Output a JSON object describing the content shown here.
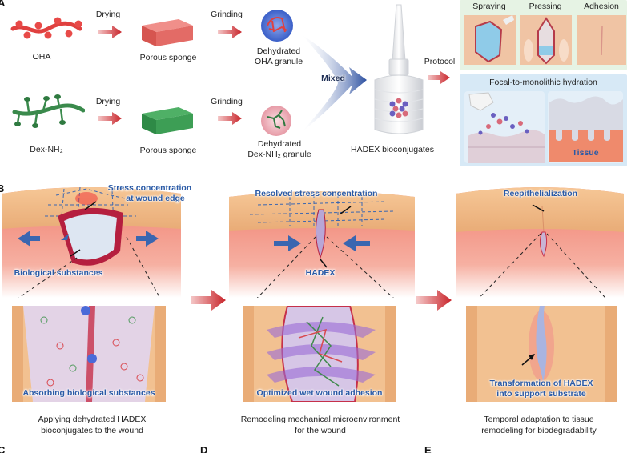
{
  "panels": {
    "a": "A",
    "b": "B",
    "c": "C",
    "d": "D",
    "e": "E"
  },
  "panel_a": {
    "row1": {
      "polymer": "OHA",
      "step1": "Drying",
      "sponge": "Porous sponge",
      "step2": "Grinding",
      "granule_line1": "Dehydrated",
      "granule_line2": "OHA granule"
    },
    "row2": {
      "polymer": "Dex-NH₂",
      "step1": "Drying",
      "sponge": "Porous sponge",
      "step2": "Grinding",
      "granule_line1": "Dehydrated",
      "granule_line2": "Dex-NH₂ granule"
    },
    "mixed": "Mixed",
    "product": "HADEX bioconjugates",
    "protocol": "Protocol",
    "protocol_steps": [
      "Spraying",
      "Pressing",
      "Adhesion"
    ],
    "hydration_title": "Focal-to-monolithic hydration",
    "tissue_label": "Tissue"
  },
  "panel_b": {
    "stage1": {
      "top_label_line1": "Stress concentration",
      "top_label_line2": "at wound edge",
      "side_label": "Biological substances",
      "inset_label": "Absorbing biological substances",
      "caption_line1": "Applying dehydrated HADEX",
      "caption_line2": "bioconjugates to the wound"
    },
    "stage2": {
      "top_label": "Resolved stress concentration",
      "center_label": "HADEX",
      "inset_label": "Optimized wet wound adhesion",
      "caption_line1": "Remodeling mechanical microenvironment",
      "caption_line2": "for the wound"
    },
    "stage3": {
      "top_label": "Reepithelialization",
      "inset_label_line1": "Transformation of HADEX",
      "inset_label_line2": "into support substrate",
      "caption_line1": "Temporal adaptation to tissue",
      "caption_line2": "remodeling for biodegradability"
    }
  },
  "colors": {
    "oha_red": "#e0403f",
    "dex_green": "#3a8a4c",
    "arrow_red": "#c8242a",
    "label_blue": "#2a5aa6",
    "skin": "#f0b98a",
    "dermis": "#f07e6e",
    "protocol_bg_top": "#e6f3e4",
    "protocol_bg_bottom": "#d7e9f6"
  }
}
